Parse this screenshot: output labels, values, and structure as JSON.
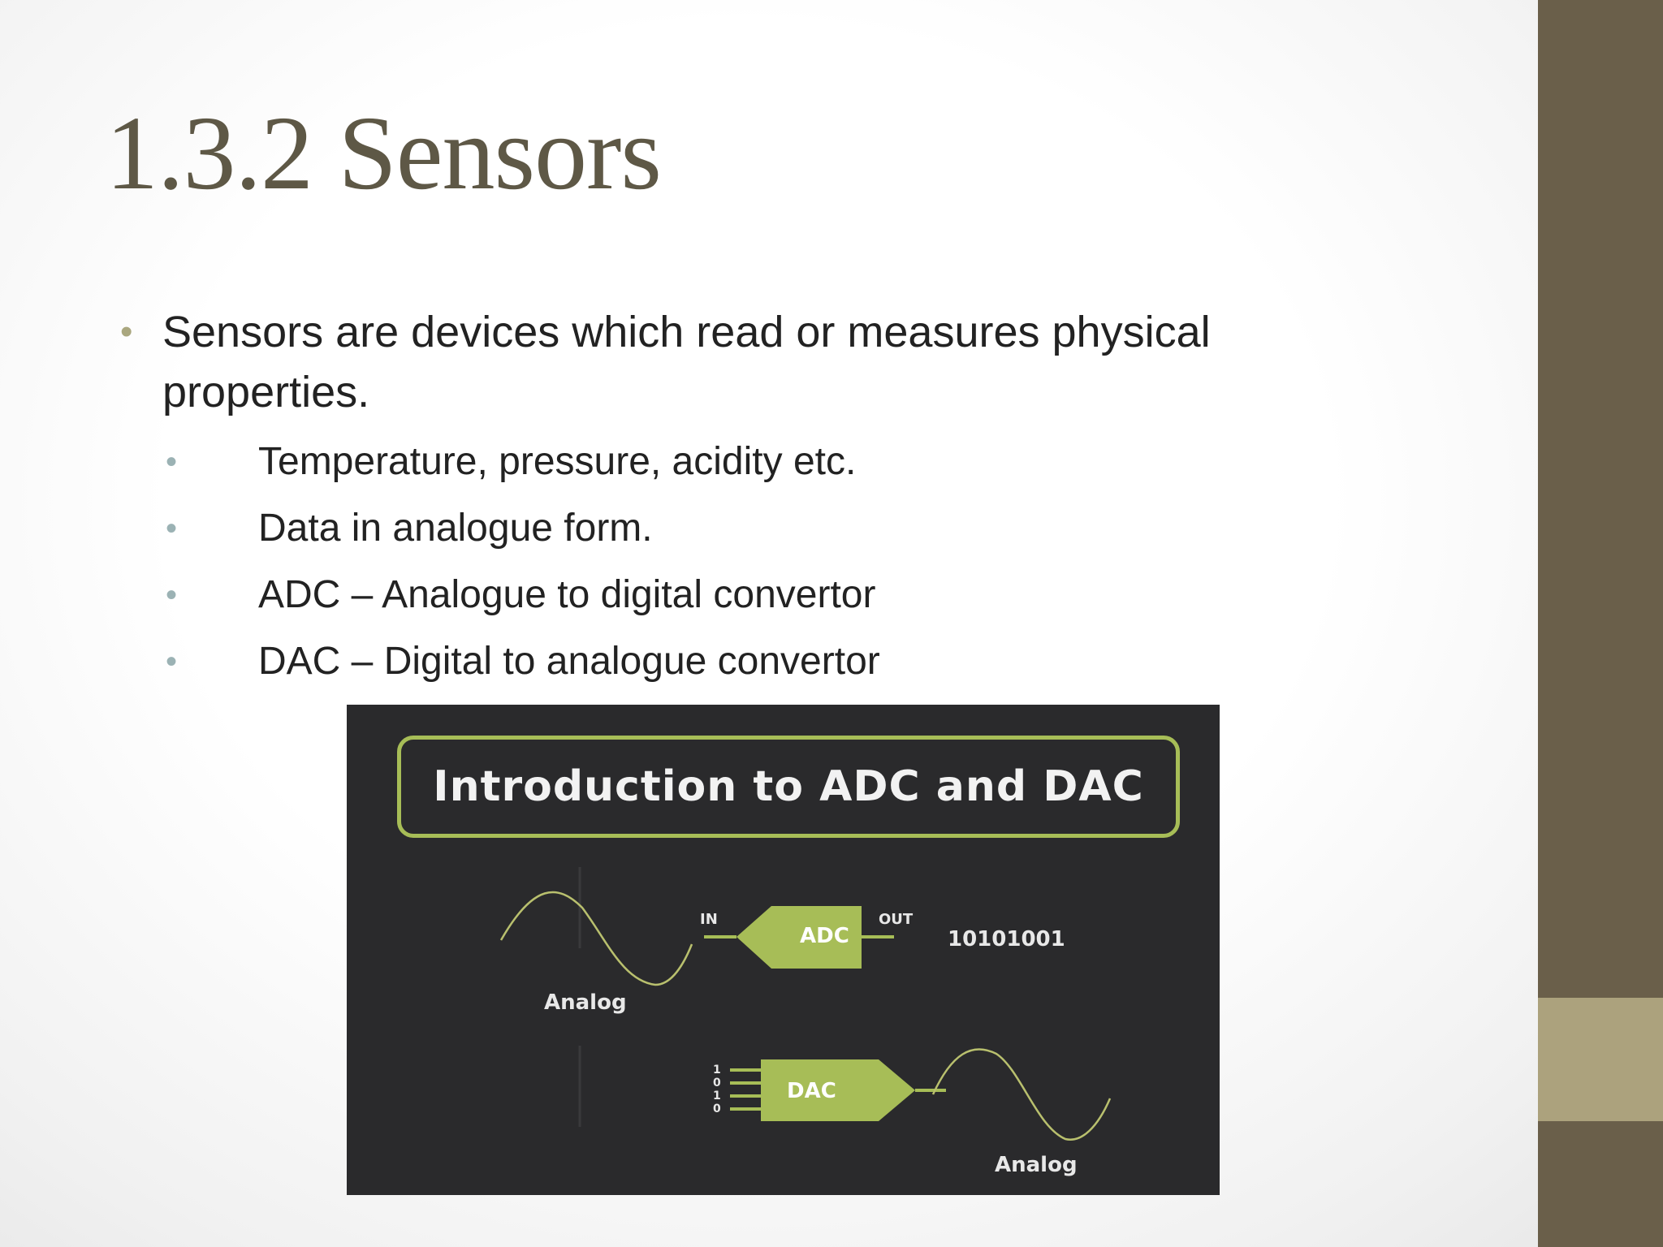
{
  "slide": {
    "title": "1.3.2 Sensors",
    "bullet_main": "Sensors are devices which read or measures physical properties.",
    "sub_bullets": [
      "Temperature, pressure, acidity etc.",
      "Data in analogue form.",
      "ADC – Analogue to digital convertor",
      "DAC – Digital to analogue convertor"
    ],
    "bullet_glyph": "•"
  },
  "figure": {
    "title": "Introduction to ADC and DAC",
    "adc_label": "ADC",
    "dac_label": "DAC",
    "in_label": "IN",
    "out_label": "OUT",
    "digital_value": "10101001",
    "analog_label_top": "Analog",
    "analog_label_bottom": "Analog",
    "dac_bits": [
      "1",
      "0",
      "1",
      "0"
    ]
  },
  "colors": {
    "sidebar": "#6a5f4a",
    "sidebar_accent": "#aca27d",
    "title": "#5e5846",
    "figure_bg": "#2a2a2c",
    "figure_accent": "#a7bd57"
  }
}
